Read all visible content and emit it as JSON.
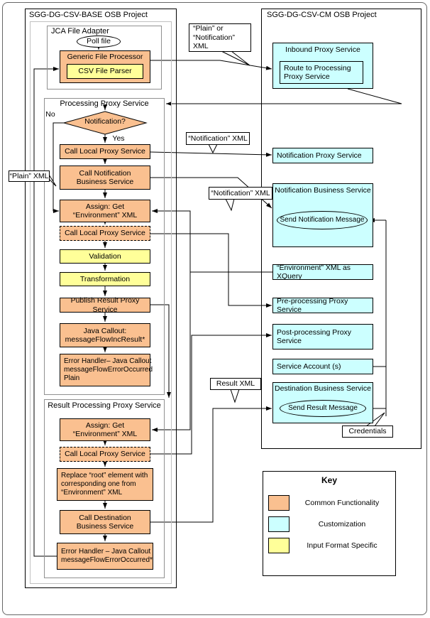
{
  "colors": {
    "common_functionality": "#FAC090",
    "customization": "#CCFFFF",
    "input_format_specific": "#FFFF99"
  },
  "base_project": {
    "title": "SGG-DG-CSV-BASE OSB Project",
    "jca_adapter": {
      "title": "JCA File Adapter",
      "poll_file": "Poll file",
      "generic_file_processor": "Generic File Processor",
      "csv_file_parser": "CSV File Parser"
    },
    "processing_proxy": {
      "title": "Processing Proxy Service",
      "decision": "Notification?",
      "no_label": "No",
      "yes_label": "Yes",
      "call_local_proxy": "Call Local Proxy Service",
      "call_notification_bs": "Call Notification\nBusiness Service",
      "assign_env": "Assign: Get\n“Environment” XML",
      "call_local_proxy_2": "Call Local Proxy Service",
      "validation": "Validation",
      "transformation": "Transformation",
      "publish_result": "Publish Result Proxy Service",
      "java_callout": "Java Callout:\nmessageFlowIncResult*",
      "error_handler": "Error Handler– Java Callout\nmessageFlowErrorOccurred\nPlain"
    },
    "result_proxy": {
      "title": "Result Processing Proxy Service",
      "assign_env": "Assign: Get\n“Environment” XML",
      "call_local_proxy": "Call Local Proxy Service",
      "replace_root": "Replace “root” element with\ncorresponding one from\n“Environment” XML",
      "call_destination_bs": "Call Destination\nBusiness Service",
      "error_handler": "Error Handler – Java Callout\nmessageFlowErrorOccurred*"
    }
  },
  "cm_project": {
    "title": "SGG-DG-CSV-CM OSB Project",
    "inbound_proxy": {
      "title": "Inbound Proxy Service",
      "route": "Route to Processing\nProxy Service"
    },
    "notification_proxy": "Notification Proxy Service",
    "notification_bs": {
      "title": "Notification Business Service",
      "send_message": "Send Notification Message"
    },
    "environment_xquery": "“Environment” XML as XQuery",
    "pre_processing_proxy": "Pre-processing Proxy Service",
    "post_processing_proxy": "Post-processing Proxy\nService",
    "service_account": "Service Account (s)",
    "destination_bs": {
      "title": "Destination Business Service",
      "send_message": "Send Result Message"
    },
    "credentials": "Credentials"
  },
  "callouts": {
    "plain_or_notification": "“Plain” or\n“Notification”\nXML",
    "notification_xml_top": "“Notification” XML",
    "notification_xml_mid": "“Notification” XML",
    "plain_xml": "“Plain” XML",
    "result_xml": "Result XML"
  },
  "key": {
    "title": "Key",
    "items": [
      {
        "label": "Common Functionality",
        "color": "#FAC090"
      },
      {
        "label": "Customization",
        "color": "#CCFFFF"
      },
      {
        "label": "Input Format Specific",
        "color": "#FFFF99"
      }
    ]
  }
}
